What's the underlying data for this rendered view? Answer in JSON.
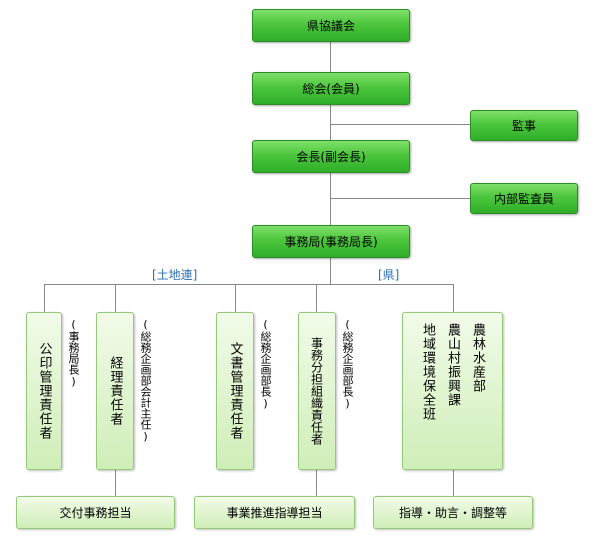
{
  "top": {
    "prefecture_council": "県協議会",
    "general_meeting": "総会(会員)",
    "auditor": "監事",
    "president": "会長(副会長)",
    "internal_auditor": "内部監査員",
    "secretariat": "事務局(事務局長)"
  },
  "groups": {
    "land_union": "[土地連]",
    "prefecture": "[県]"
  },
  "roles": {
    "seal_manager": {
      "label": "公印管理責任者",
      "note": "(事務局長)"
    },
    "accounting": {
      "label": "経理責任者",
      "note": "(総務企画部会計主任)"
    },
    "document": {
      "label": "文書管理責任者",
      "note": "(総務企画部長)"
    },
    "division": {
      "label": "事務分担組織責任者",
      "note": "(総務企画部長)"
    },
    "agri_dept": {
      "col1": "農林水産部",
      "col2": "農山村振興課",
      "col3": "地域環境保全班"
    }
  },
  "bottom": {
    "grant_work": "交付事務担当",
    "promotion": "事業推進指導担当",
    "guidance": "指導・助言・調整等"
  }
}
